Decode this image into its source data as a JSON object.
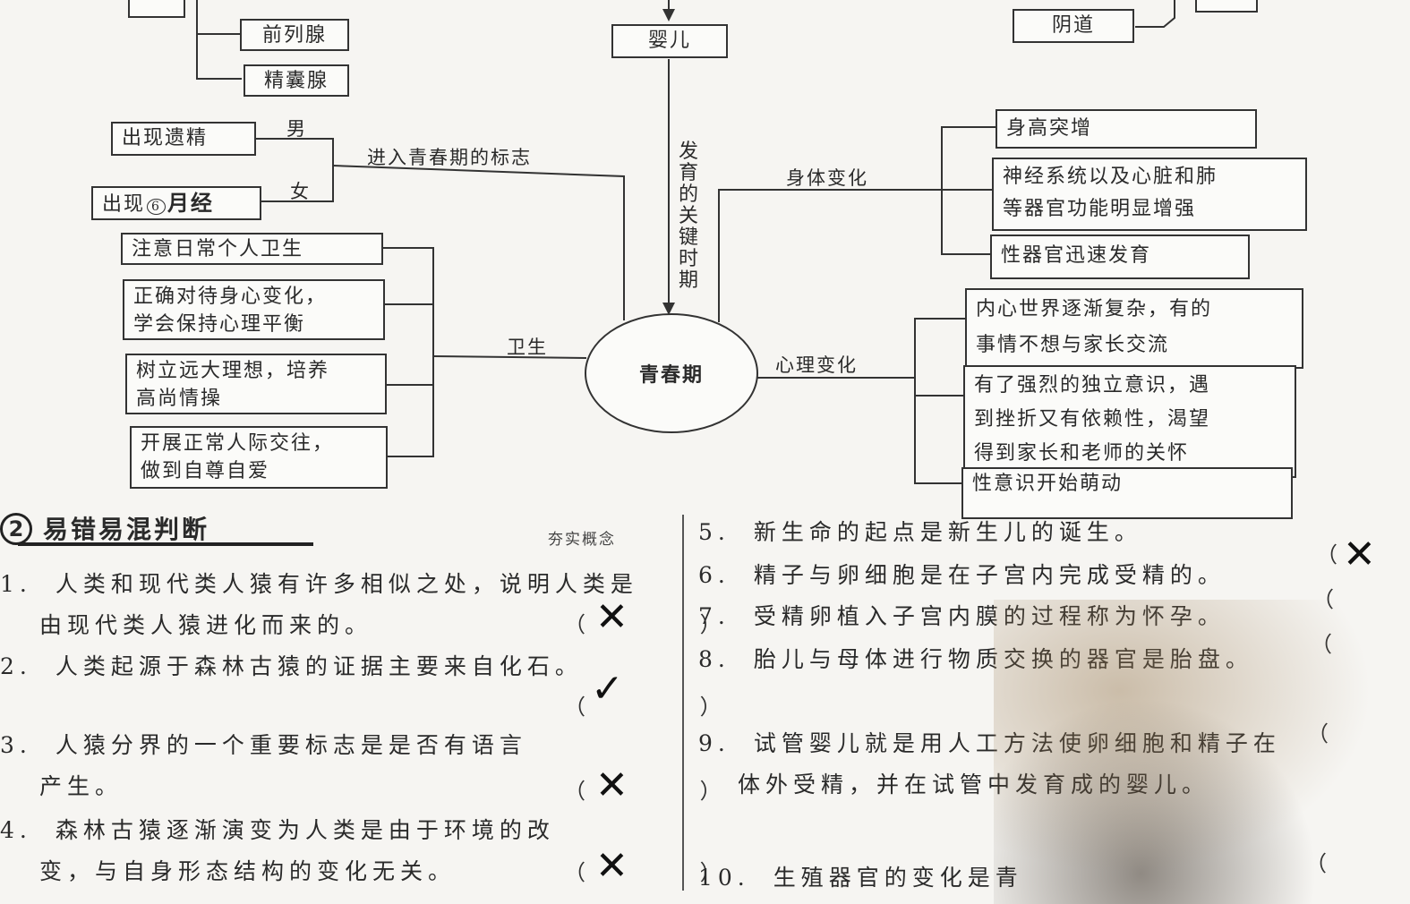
{
  "mindmap": {
    "center": "青春期",
    "top_boxes": {
      "prostate": "前列腺",
      "seminal_vesicle": "精囊腺",
      "infant": "婴儿",
      "vagina": "阴道"
    },
    "top_center_label": "发育的关键时期",
    "left_upper": {
      "branch_label": "进入青春期的标志",
      "male_label": "男",
      "female_label": "女",
      "male_box": "出现遗精",
      "female_box_prefix": "出现",
      "female_box_circled": "6",
      "female_box_handwritten": "月经"
    },
    "left_lower": {
      "branch_label": "卫生",
      "items": [
        "注意日常个人卫生",
        "正确对待身心变化，\n学会保持心理平衡",
        "树立远大理想，培养\n高尚情操",
        "开展正常人际交往，\n做到自尊自爱"
      ]
    },
    "right_upper": {
      "branch_label": "身体变化",
      "items": [
        "身高突增",
        "神经系统以及心脏和肺\n等器官功能明显增强",
        "性器官迅速发育"
      ]
    },
    "right_lower": {
      "branch_label": "心理变化",
      "items": [
        "内心世界逐渐复杂，有的\n事情不想与家长交流",
        "有了强烈的独立意识，遇\n到挫折又有依赖性，渴望\n得到家长和老师的关怀",
        "性意识开始萌动"
      ]
    }
  },
  "section2": {
    "number": "2",
    "title": "易错易混判断",
    "tag": "夯实概念",
    "left_questions": [
      {
        "num": "1.",
        "text": "人类和现代类人猿有许多相似之处，说明人类是",
        "text2": "由现代类人猿进化而来的。",
        "mark": "✕"
      },
      {
        "num": "2.",
        "text": "人类起源于森林古猿的证据主要来自化石。",
        "text2": "",
        "mark": "✓"
      },
      {
        "num": "3.",
        "text": "人猿分界的一个重要标志是是否有语言",
        "text2": "产生。",
        "mark": "✕"
      },
      {
        "num": "4.",
        "text": "森林古猿逐渐演变为人类是由于环境的改",
        "text2": "变，与自身形态结构的变化无关。",
        "mark": "✕"
      }
    ],
    "right_questions": [
      {
        "num": "5.",
        "text": "新生命的起点是新生儿的诞生。",
        "mark": "✕"
      },
      {
        "num": "6.",
        "text": "精子与卵细胞是在子宫内完成受精的。",
        "mark": ""
      },
      {
        "num": "7.",
        "text": "受精卵植入子宫内膜的过程称为怀孕。",
        "mark": ""
      },
      {
        "num": "8.",
        "text": "胎儿与母体进行物质交换的器官是胎盘。",
        "mark": ""
      },
      {
        "num": "9.",
        "text": "试管婴儿就是用人工方法使卵细胞和精子在",
        "text2": "体外受精，并在试管中发育成的婴儿。",
        "mark": ""
      },
      {
        "num": "10.",
        "text": "生殖器官的变化是青",
        "mark": ""
      }
    ],
    "paren": "（ ）"
  }
}
